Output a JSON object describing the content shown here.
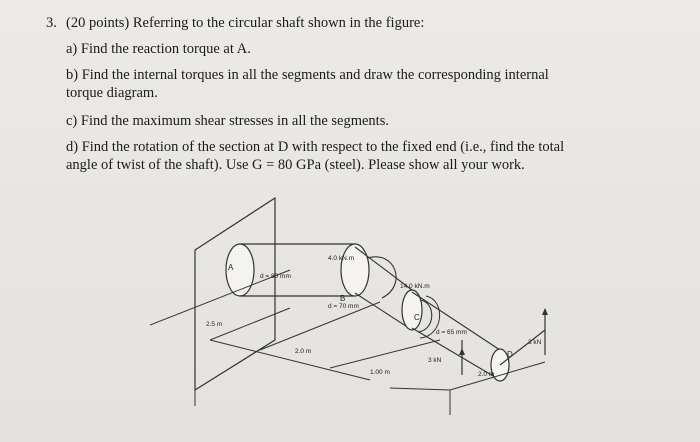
{
  "problem": {
    "number": "3.",
    "header": "(20 points) Referring to the circular shaft shown in the figure:",
    "part_a": "a) Find the reaction torque at A.",
    "part_b_1": "b) Find the internal torques in all the segments and draw the corresponding internal",
    "part_b_2": "torque diagram.",
    "part_c": "c) Find the maximum shear stresses in all the segments.",
    "part_d_1": "d) Find the rotation of the section at D with respect to the fixed end (i.e., find the total",
    "part_d_2": "angle of twist of the shaft). Use G = 80 GPa (steel). Please show all your work."
  },
  "figure": {
    "label_A": "A",
    "label_B": "B",
    "label_C": "C",
    "label_D": "D",
    "dia_AB": "d = 80 mm",
    "dia_BC": "d = 70 mm",
    "dia_CD": "d = 65 mm",
    "torque_B": "4.0 kN.m",
    "torque_C": "14.0 kN.m",
    "force_D_right": "3 kN",
    "force_D_left": "3 kN",
    "len_AB": "2.5 m",
    "len_BC": "2.0 m",
    "len_CD": "1.00 m",
    "len_arm": "2.0 m"
  }
}
